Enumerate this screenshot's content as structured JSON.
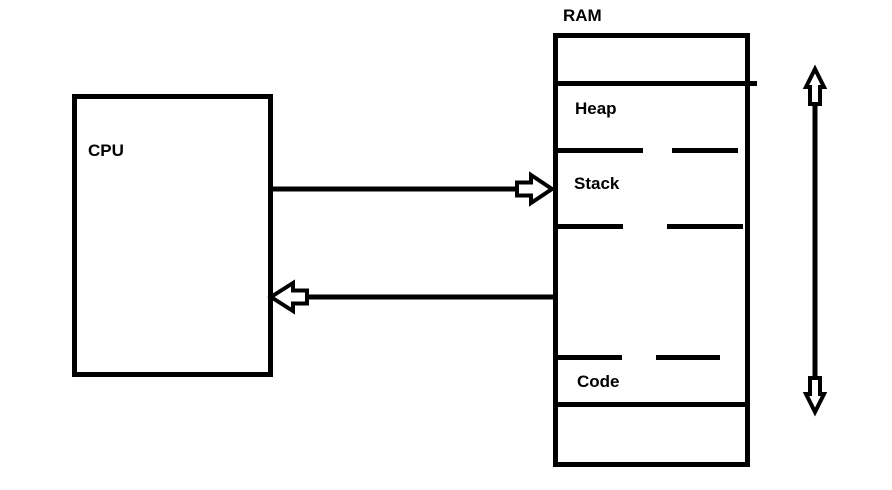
{
  "colors": {
    "background": "#ffffff",
    "stroke": "#000000"
  },
  "diagram": {
    "cpu": {
      "label": "CPU"
    },
    "ram": {
      "label": "RAM",
      "sections": [
        {
          "label": "Heap"
        },
        {
          "label": "Stack"
        },
        {
          "label": "Code"
        }
      ]
    },
    "arrows": [
      {
        "name": "cpu-to-ram-arrow",
        "direction": "right"
      },
      {
        "name": "ram-to-cpu-arrow",
        "direction": "left"
      },
      {
        "name": "ram-extent-arrow",
        "direction": "vertical-double-headed"
      }
    ]
  }
}
